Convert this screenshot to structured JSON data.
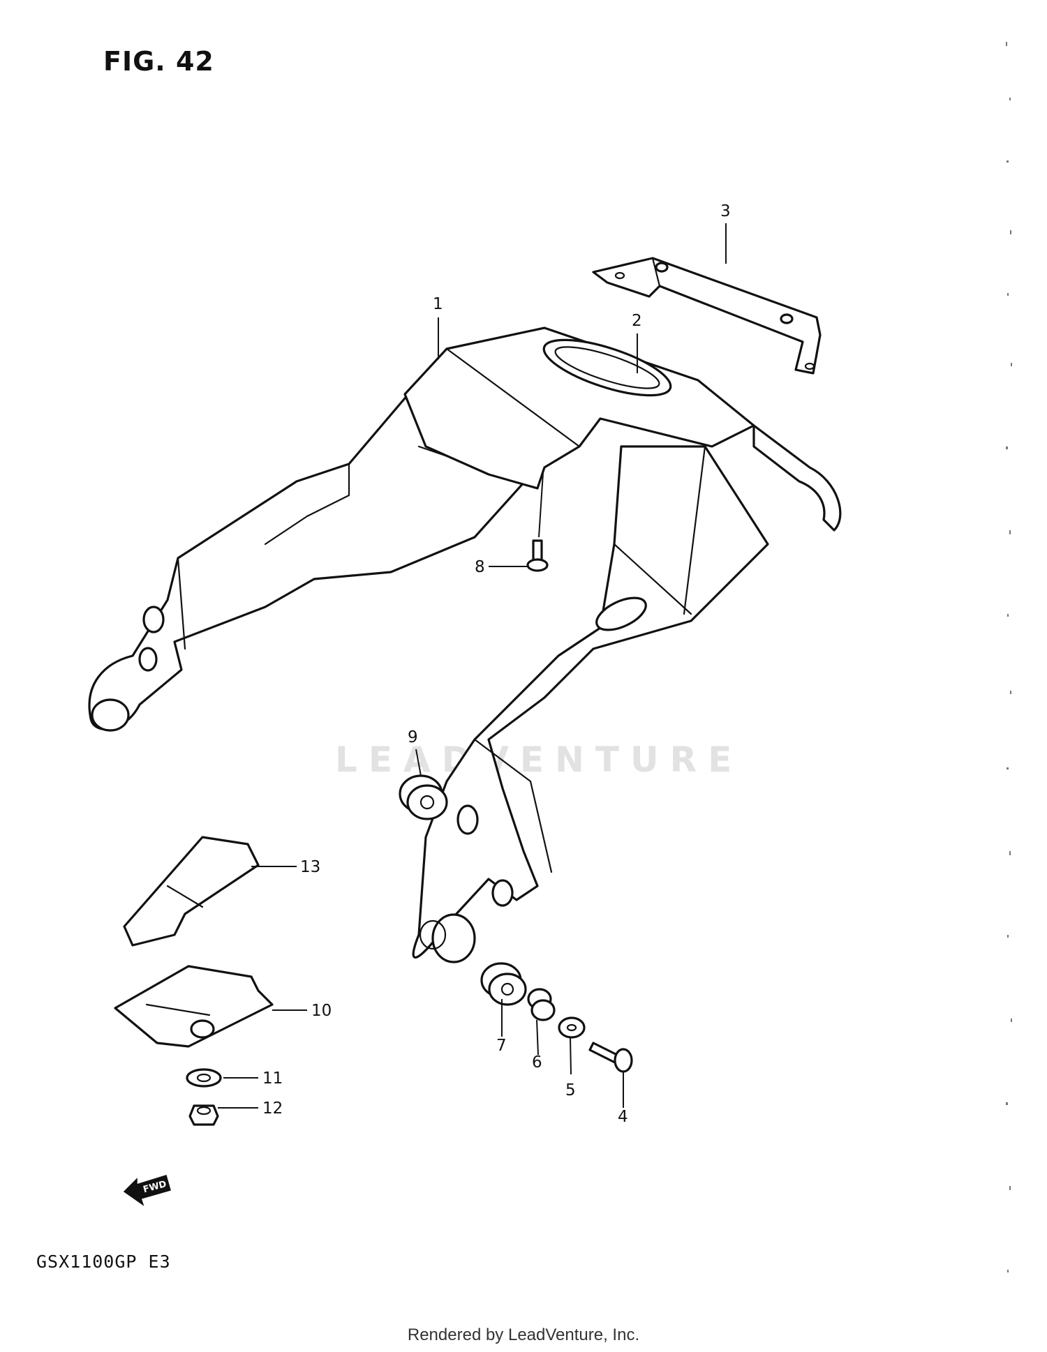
{
  "figure": {
    "title": "FIG. 42",
    "model_code": "GSX1100GP E3",
    "footer": "Rendered by LeadVenture, Inc.",
    "watermark": "LEADVENTURE",
    "direction_marker": "FWD"
  },
  "callouts": [
    {
      "id": "1",
      "label": "1"
    },
    {
      "id": "2",
      "label": "2"
    },
    {
      "id": "3",
      "label": "3"
    },
    {
      "id": "4",
      "label": "4"
    },
    {
      "id": "5",
      "label": "5"
    },
    {
      "id": "6",
      "label": "6"
    },
    {
      "id": "7",
      "label": "7"
    },
    {
      "id": "8",
      "label": "8"
    },
    {
      "id": "9",
      "label": "9"
    },
    {
      "id": "10",
      "label": "10"
    },
    {
      "id": "11",
      "label": "11"
    },
    {
      "id": "12",
      "label": "12"
    },
    {
      "id": "13",
      "label": "13"
    }
  ],
  "colors": {
    "line": "#111111",
    "watermark": "#e2e2e2",
    "background": "#ffffff"
  }
}
